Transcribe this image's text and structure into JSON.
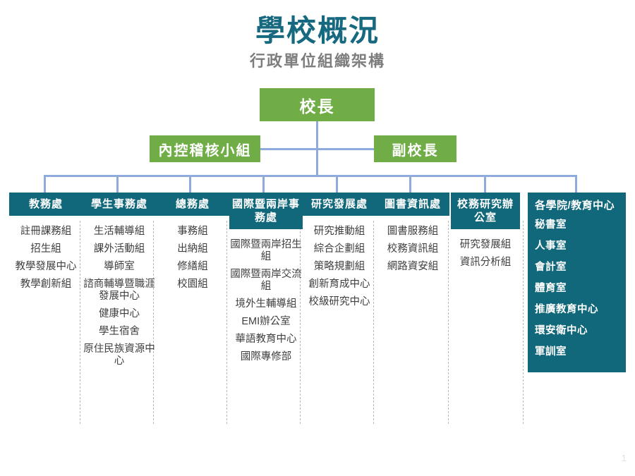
{
  "slide": {
    "title": "學校概況",
    "subtitle": "行政單位組織架構",
    "page_number": "1",
    "colors": {
      "title": "#17697f",
      "subtitle": "#7d7d7d",
      "green_box": "#70ad47",
      "teal_box": "#11687b",
      "connector": "#8faadc",
      "body_text": "#404040",
      "divider": "#b9b9b9"
    }
  },
  "top_boxes": {
    "president": "校長",
    "audit": "內控稽核小組",
    "vice_president": "副校長"
  },
  "departments": [
    {
      "header": "教務處",
      "items": [
        "註冊課務組",
        "招生組",
        "教學發展中心",
        "教學創新組"
      ]
    },
    {
      "header": "學生事務處",
      "items": [
        "生活輔導組",
        "課外活動組",
        "導師室",
        "諮商輔導暨職涯發展中心",
        "健康中心",
        "學生宿舍",
        "原住民族資源中心"
      ]
    },
    {
      "header": "總務處",
      "items": [
        "事務組",
        "出納組",
        "修繕組",
        "校園組"
      ]
    },
    {
      "header": "國際暨兩岸事務處",
      "items": [
        "國際暨兩岸招生組",
        "國際暨兩岸交流組",
        "境外生輔導組",
        "EMI辦公室",
        "華語教育中心",
        "國際專修部"
      ]
    },
    {
      "header": "研究發展處",
      "items": [
        "研究推動組",
        "綜合企劃組",
        "策略規劃組",
        "創新育成中心",
        "校級研究中心"
      ]
    },
    {
      "header": "圖書資訊處",
      "items": [
        "圖書服務組",
        "校務資訊組",
        "網路資安組"
      ]
    },
    {
      "header": "校務研究辦公室",
      "items": [
        "研究發展組",
        "資訊分析組"
      ]
    }
  ],
  "colleges_column": {
    "header": "各學院/教育中心",
    "items": [
      "秘書室",
      "人事室",
      "會計室",
      "體育室",
      "推廣教育中心",
      "環安衛中心",
      "軍訓室"
    ]
  }
}
